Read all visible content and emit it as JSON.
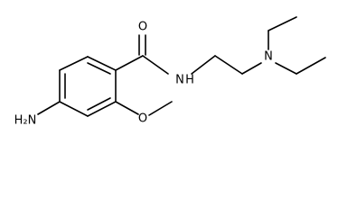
{
  "molecule": {
    "labels": {
      "oxygen_carbonyl": "O",
      "amide_nh": "N",
      "amide_h": "H",
      "amine_n": "N",
      "amino_h2": "H₂N",
      "methoxy_o": "O"
    },
    "colors": {
      "line": "#000000",
      "text": "#000000",
      "background": "#ffffff"
    }
  }
}
